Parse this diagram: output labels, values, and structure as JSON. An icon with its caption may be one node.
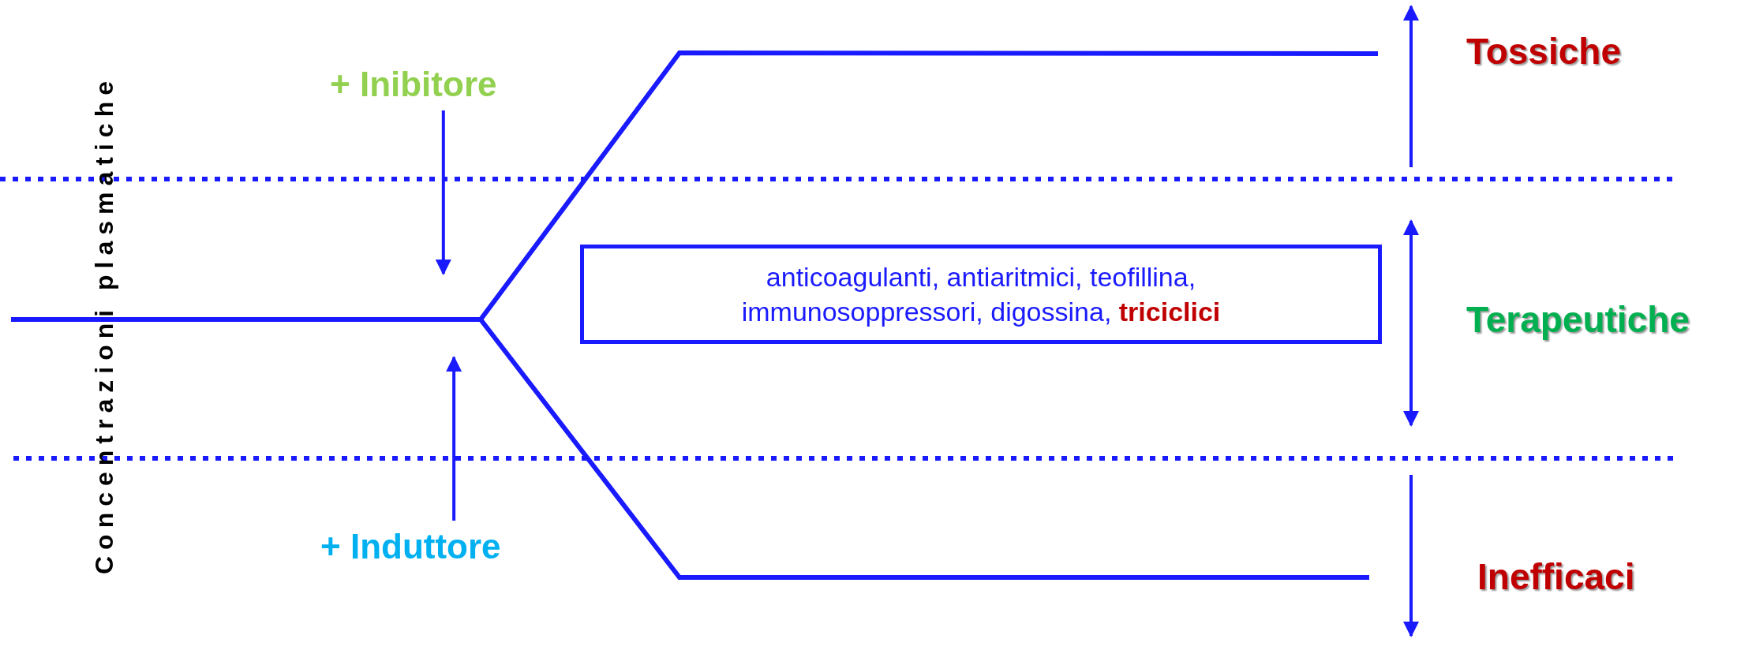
{
  "diagram": {
    "nodes": [
      {
        "text": [
          "+ Inibitore"
        ]
      },
      {
        "text": [
          "+ Induttore"
        ]
      },
      {
        "text": [
          "anticoagulanti, antiaritmici, teofillina, immunosoppressori, digossina, **triciclici**"
        ]
      }
    ],
    "edges": [
      {
        "from": 0,
        "to": null,
        "arrow": "to"
      },
      {
        "from": 1,
        "to": null,
        "arrow": "to"
      }
    ],
    "labels": [
      "Concentrazioni plasmatiche",
      "Tossiche",
      "Terapeutiche",
      "Inefficaci"
    ]
  }
}
